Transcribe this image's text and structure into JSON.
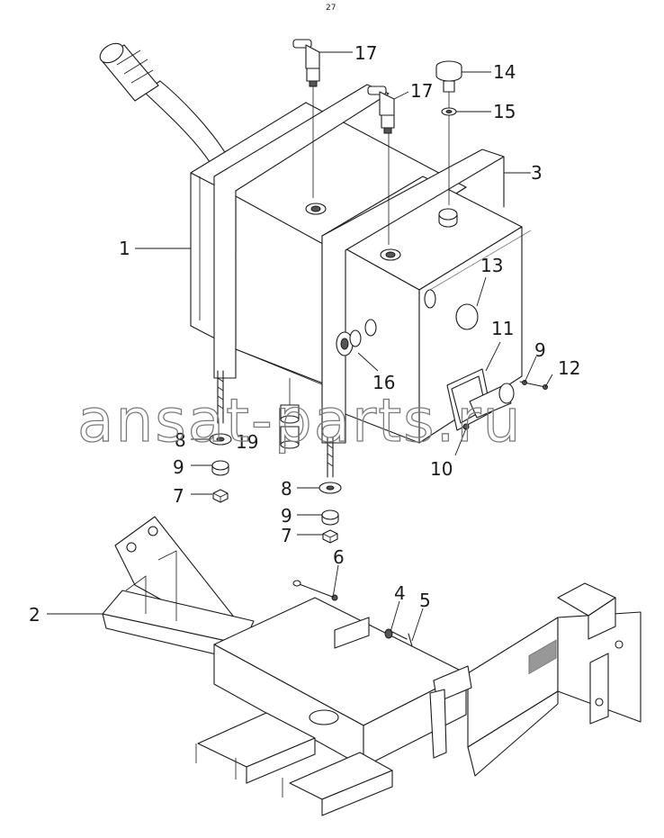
{
  "page_number": "27",
  "watermark": "ansat-parts.ru",
  "callouts": {
    "c1": "1",
    "c2": "2",
    "c3": "3",
    "c4": "4",
    "c5": "5",
    "c6": "6",
    "c7a": "7",
    "c7b": "7",
    "c8a": "8",
    "c8b": "8",
    "c9a": "9",
    "c9b": "9",
    "c9c": "9",
    "c10": "10",
    "c11": "11",
    "c12": "12",
    "c13": "13",
    "c14": "14",
    "c15": "15",
    "c16": "16",
    "c17a": "17",
    "c17b": "17",
    "c19": "19"
  }
}
